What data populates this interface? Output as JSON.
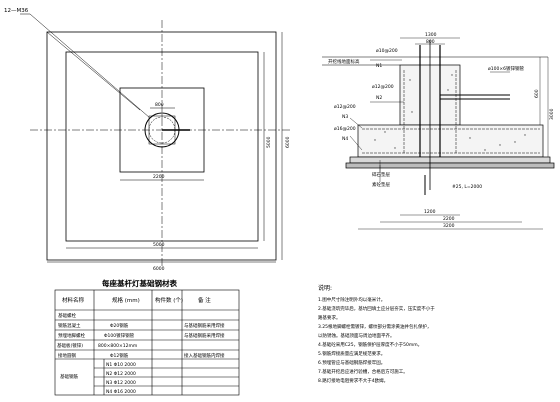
{
  "plan": {
    "callout": "12—M36",
    "dims": {
      "hole": "800",
      "inner": "2200",
      "middle_h": "5000",
      "outer_h": "6000",
      "middle_v": "5000",
      "outer_v": "6000"
    }
  },
  "section": {
    "top_dims": [
      "1300",
      "800"
    ],
    "labels": {
      "anchor_top": "ø10@200",
      "bolt_plate": "ø100×6镀锌钢管",
      "n1": "N1",
      "n2": "N2",
      "n3": "N3",
      "n4": "N4",
      "rebar_n2": "ø12@200",
      "rebar_n3": "ø12@200",
      "rebar_n4": "ø16@200",
      "ground_label": "开挖线地面标高",
      "grounding": "#25, L=2000",
      "gravel": "碎石垫层",
      "concrete": "素砼垫层"
    },
    "right_dims": [
      "600",
      "3000"
    ],
    "bottom_dims": [
      "1200",
      "2200",
      "3200"
    ]
  },
  "table": {
    "title": "每座基杆灯基础钢材表",
    "headers": [
      "材料名称",
      "规格\n(mm)",
      "构件数\n(个)",
      "备 注"
    ],
    "rows": [
      [
        "基础螺栓",
        "",
        "",
        ""
      ],
      [
        "钢筋混凝土",
        "Φ20钢筋",
        "",
        "与基础钢筋采用焊接"
      ],
      [
        "预埋地脚螺栓",
        "Φ100镀锌钢管",
        "",
        "与基础钢筋采用焊接"
      ],
      [
        "基础板(镀锌)",
        "800×800×12mm",
        "",
        ""
      ],
      [
        "接地圆钢",
        "Φ12钢筋",
        "",
        "接入基础钢筋内焊接"
      ],
      [
        "基础钢筋",
        "N1 Φ10 2000",
        "",
        ""
      ],
      [
        "",
        "N2 Φ12 2000",
        "",
        ""
      ],
      [
        "",
        "N3 Φ12 2000",
        "",
        ""
      ],
      [
        "",
        "N4 Φ16 2000",
        "",
        ""
      ]
    ]
  },
  "notes": {
    "title": "说明:",
    "items": [
      "1.图中尺寸除注明外均以毫米计。",
      "2.基础浇筑完毕后，基坑回填土应分层夯实，压实度不小于",
      "  路基要求。",
      "3.25根地脚螺栓需镀锌，螺纹部分需涂黄油并包扎保护，",
      "  以防锈蚀。基础顶面与周边地面平齐。",
      "4.基础砼采用C25，钢筋保护层厚度不小于50mm。",
      "5.钢筋焊接质量应满足规范要求。",
      "6.预埋管应与基础钢筋焊接牢固。",
      "7.基础开挖后应进行验槽，合格后方可施工。",
      "8.路灯接地电阻要求不大于4欧姆。"
    ]
  }
}
